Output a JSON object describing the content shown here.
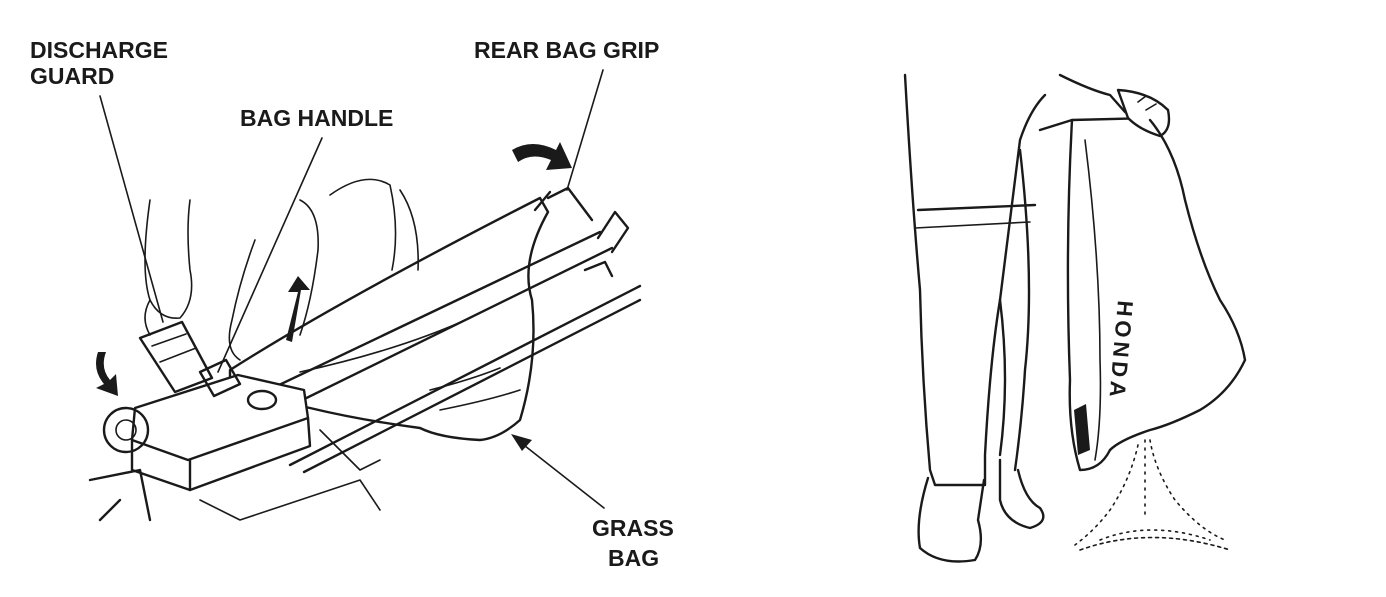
{
  "left_figure": {
    "labels": {
      "discharge_guard_line1": "DISCHARGE",
      "discharge_guard_line2": "GUARD",
      "bag_handle": "BAG HANDLE",
      "rear_bag_grip": "REAR BAG GRIP",
      "grass_bag_line1": "GRASS",
      "grass_bag_line2": "BAG"
    }
  },
  "right_figure": {
    "bag_logo_text": "HONDA"
  },
  "colors": {
    "ink": "#1a1a1a",
    "background": "#ffffff"
  }
}
